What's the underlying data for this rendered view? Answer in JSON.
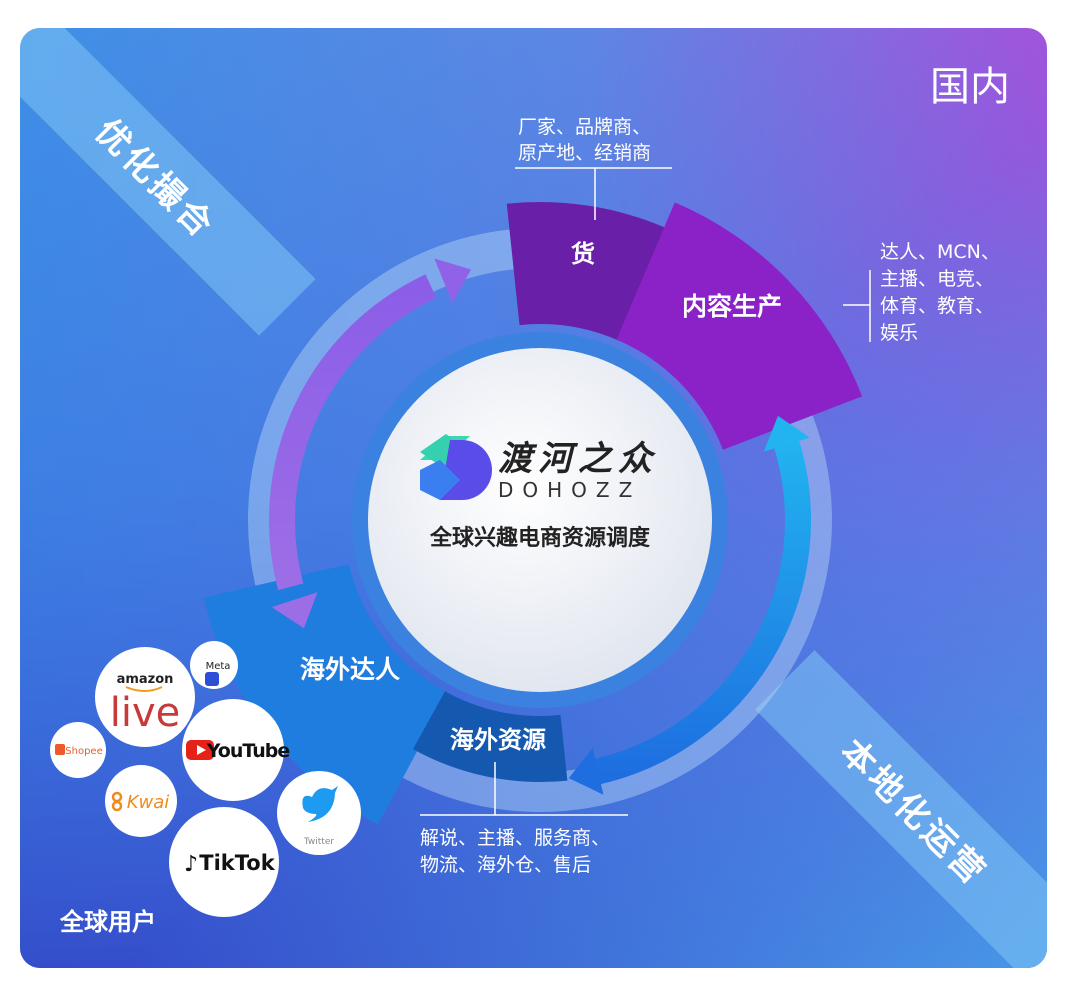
{
  "corner_label": "国内",
  "bands": {
    "top_left": "优化撮合",
    "bottom_right": "本地化运营"
  },
  "center": {
    "logo_cn": "渡河之众",
    "logo_en": "DOHOZZ",
    "subtitle": "全球兴趣电商资源调度"
  },
  "sectors": {
    "goods": "货",
    "content": "内容生产",
    "overseas_creators": "海外达人",
    "overseas_resources": "海外资源"
  },
  "callouts": {
    "goods": [
      "厂家、品牌商、",
      "原产地、经销商"
    ],
    "content": [
      "达人、MCN、",
      "主播、电竞、",
      "体育、教育、",
      "娱乐"
    ],
    "resources": [
      "解说、主播、服务商、",
      "物流、海外仓、售后"
    ]
  },
  "platforms": {
    "amazon_top": "amazon",
    "amazon_live": "live",
    "meta": "Meta",
    "shopee": "Shopee",
    "youtube": "YouTube",
    "kwai": "Kwai",
    "twitter": "Twitter",
    "tiktok": "TikTok"
  },
  "global_users": "全球用户",
  "colors": {
    "purple_dark": "#6a1fa8",
    "purple": "#8a22c8",
    "blue": "#1f7de0",
    "blue_dark": "#1458b0"
  }
}
